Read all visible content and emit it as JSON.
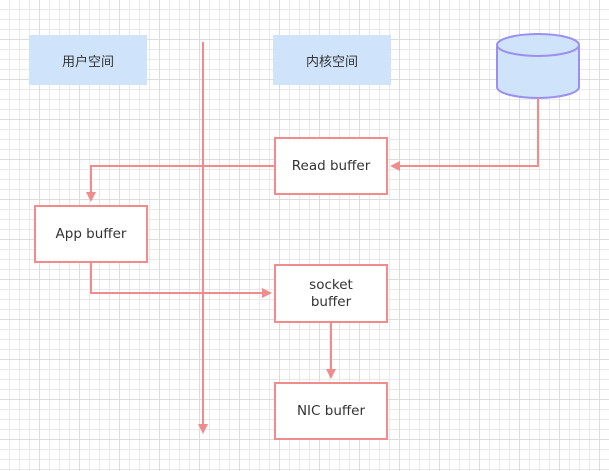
{
  "regions": {
    "user_space": "用户空间",
    "kernel_space": "内核空间"
  },
  "nodes": {
    "read_buffer": "Read buffer",
    "app_buffer": "App buffer",
    "socket_buffer": "socket\nbuffer",
    "nic_buffer": "NIC buffer"
  },
  "colors": {
    "connector": "#f08c8c",
    "database_fill": "#cfe3fb",
    "database_stroke": "#9b8ff0",
    "region_fill": "#cfe3fb"
  }
}
